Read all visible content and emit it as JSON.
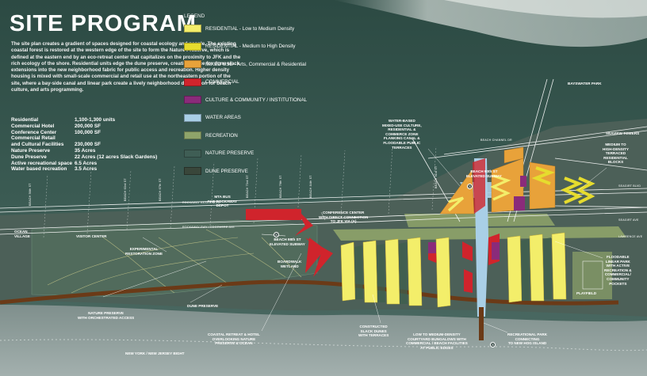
{
  "title": "SITE PROGRAM",
  "description": "The site plan creates a gradient of spaces designed for coastal ecology and people. The existing coastal forest is restored at the western edge of the site to form the Nature Preserve, which is defined at the eastern end by an eco-retreat center that capitalizes on the proximity to JFK and the rich ecology of the shore. Residential units edge the dune preserve, creating space for dune slack extensions into the new neighborhood fabric for public access and recreation. Higher density housing is mixed with small-scale commercial and retail use at the northeastern portion of the site, where a bay-side canal and linear park create a lively neighborhood destination for beach culture, and arts programming.",
  "program": [
    {
      "name": "Residential",
      "value": "1,100-1,300 units"
    },
    {
      "name": "Commercial Hotel",
      "value": "200,000 SF"
    },
    {
      "name": "Conference Center",
      "value": "100,000 SF"
    },
    {
      "name": "Commercial Retail",
      "value": ""
    },
    {
      "name": "and Cultural Facilities",
      "value": "230,000 SF"
    },
    {
      "name": "Nature Preserve",
      "value": "35 Acres"
    },
    {
      "name": "Dune Preserve",
      "value": "22 Acres (12 acres Slack Gardens)"
    },
    {
      "name": "Active recreational space",
      "value": "6.5 Acres"
    },
    {
      "name": "Water based recreation",
      "value": "3.5 Acres"
    }
  ],
  "legend": {
    "title": "LEGEND",
    "items": [
      {
        "label": "RESIDENTIAL - Low to Medium Density",
        "color": "#f3ee6a"
      },
      {
        "label": "RESIDENTIAL - Medium to High Density",
        "color": "#e6dc2e"
      },
      {
        "label": "MIXED USE - Arts, Commercial & Residential",
        "color": "#e8a23a"
      },
      {
        "label": "COMMERCIAL",
        "color": "#d0242c"
      },
      {
        "label": "CULTURE & COMMUNITY / INSTITUTIONAL",
        "color": "#8a2b7a"
      },
      {
        "label": "WATER AREAS",
        "color": "#a9cfe6"
      },
      {
        "label": "RECREATION",
        "color": "#8fa46a"
      },
      {
        "label": "NATURE PRESERVE",
        "color": "#3f5e55"
      },
      {
        "label": "DUNE PRESERVE",
        "color": "#39463a"
      }
    ]
  },
  "annotations": {
    "water_based": "WATER-BASED\nMIXED-USE CULTURE,\nRESIDENTIAL &\nCOMMERCE ZONE\nFLANKING CANAL &\nFLOODABLE PUBLIC\nTERRACES",
    "medium_high": "MEDIUM TO\nHIGH-DENSITY\nTERRACED\nRESIDENTIAL\nBLOCKS",
    "floodable_park": "FLOODABLE\nLINEAR PARK\nWITH ACTIVE\nRECREATION &\nCOMMERCIAL/\nCOMMUNITY\nPOCKETS",
    "conference": "CONFERENCE CENTER\nWITH DIRECT CONNECTION\nTO JFK VIA (A)",
    "visitor": "VISITOR CENTER",
    "experimental": "EXPERIMENTAL\nRESTORATION ZONE",
    "nature_preserve": "NATURE PRESERVE\nWITH ORCHESTRATED ACCESS",
    "dune_preserve": "DUNE PRESERVE",
    "coastal_retreat": "COASTAL RETREAT & HOTEL\nOVERLOOKING NATURE\nPRESERVE & OCEAN",
    "slack_dunes": "CONSTRUCTED\nSLACK DUNES\nWITH TERRACES",
    "low_medium": "LOW TO MEDIUM-DENSITY\nCOURTYARD BUNGALOWS WITH\nCOMMERCIAL / BEACH FACILITIES\nAT PUBLIC EDGES",
    "boardwalk": "RECREATIONAL PARK\nCONNECTING\nTO NEW HOG ISLAND",
    "beach98": "BEACH 98th ST\nELEVATED SUBWAY",
    "beach90": "BEACH 90th ST\nELEVATED SUBWAY",
    "mta_bus": "MTA BUS\nFAR ROCKAWAY\nDEPOT",
    "ocean_village": "OCEAN\nVILLAGE",
    "playfield": "PLAYFIELD",
    "boardwalk_lbl": "BOARDWALK\nWETLAND",
    "ny_nj": "NEW YORK / NEW JERSEY BIGHT",
    "bayswater": "BAYSWATER PARK",
    "seaview": "SEAVIEW TOWERS"
  },
  "roads": {
    "rockaway_blvd": "ROCKAWAY BEACH BLVD",
    "rockaway_fwy": "ROCKAWAY FWY / EDGEMERE AVE",
    "beach_channel": "BEACH CHANNEL DR",
    "seagirt": "SEAGIRT BLVD",
    "seagirt2": "SEAGIRT AVE",
    "lawrence": "LAWRENCE AVE",
    "b56": "BEACH 56th ST",
    "b63": "BEACH 63rd ST",
    "b67": "BEACH 67th ST",
    "b73": "BEACH 73rd ST",
    "b79": "BEACH 79th ST",
    "b84": "BEACH 84th ST",
    "b91": "BEACH 91st ST"
  }
}
